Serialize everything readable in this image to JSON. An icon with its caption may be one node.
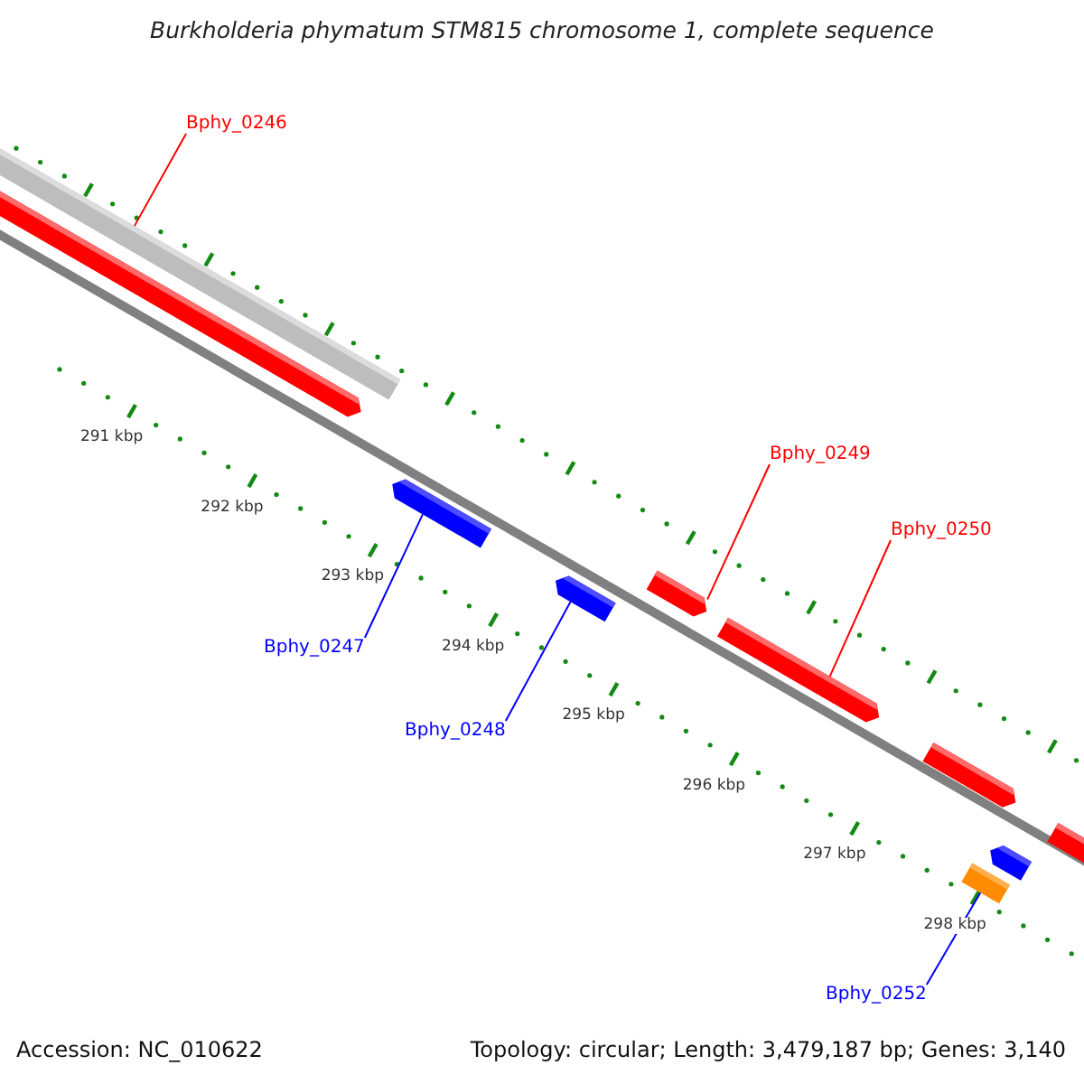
{
  "diagram": {
    "title": "Burkholderia phymatum STM815 chromosome 1, complete sequence",
    "nodes": [
      {
        "text": [
          "Bphy_0246"
        ]
      },
      {
        "text": [],
        "shape": "bar"
      },
      {
        "text": [
          "Bphy_0249"
        ]
      },
      {
        "text": [],
        "shape": "arrow"
      },
      {
        "text": [
          "Bphy_0250"
        ]
      },
      {
        "text": [],
        "shape": "arrow"
      },
      {
        "text": [
          "Bphy_0247"
        ]
      },
      {
        "text": [],
        "shape": "arrow"
      },
      {
        "text": [
          "Bphy_0248"
        ]
      },
      {
        "text": [],
        "shape": "arrow"
      },
      {
        "text": [
          "Bphy_0252"
        ]
      },
      {
        "text": [],
        "shape": "bar"
      }
    ],
    "edges": [
      {
        "from": 0,
        "to": 1,
        "arrow": "none",
        "color": "#ff0000"
      },
      {
        "from": 2,
        "to": 3,
        "arrow": "none",
        "color": "#ff0000"
      },
      {
        "from": 4,
        "to": 5,
        "arrow": "none",
        "color": "#ff0000"
      },
      {
        "from": 6,
        "to": 7,
        "arrow": "none",
        "color": "#0000ff"
      },
      {
        "from": 8,
        "to": 9,
        "arrow": "none",
        "color": "#0000ff"
      },
      {
        "from": 10,
        "to": 11,
        "arrow": "none",
        "color": "#0000ff"
      }
    ],
    "labels": [
      "291 kbp",
      "292 kbp",
      "293 kbp",
      "294 kbp",
      "295 kbp",
      "296 kbp",
      "297 kbp",
      "298 kbp",
      "Accession: NC_010622",
      "Topology: circular; Length: 3,479,187 bp; Genes: 3,140"
    ]
  }
}
